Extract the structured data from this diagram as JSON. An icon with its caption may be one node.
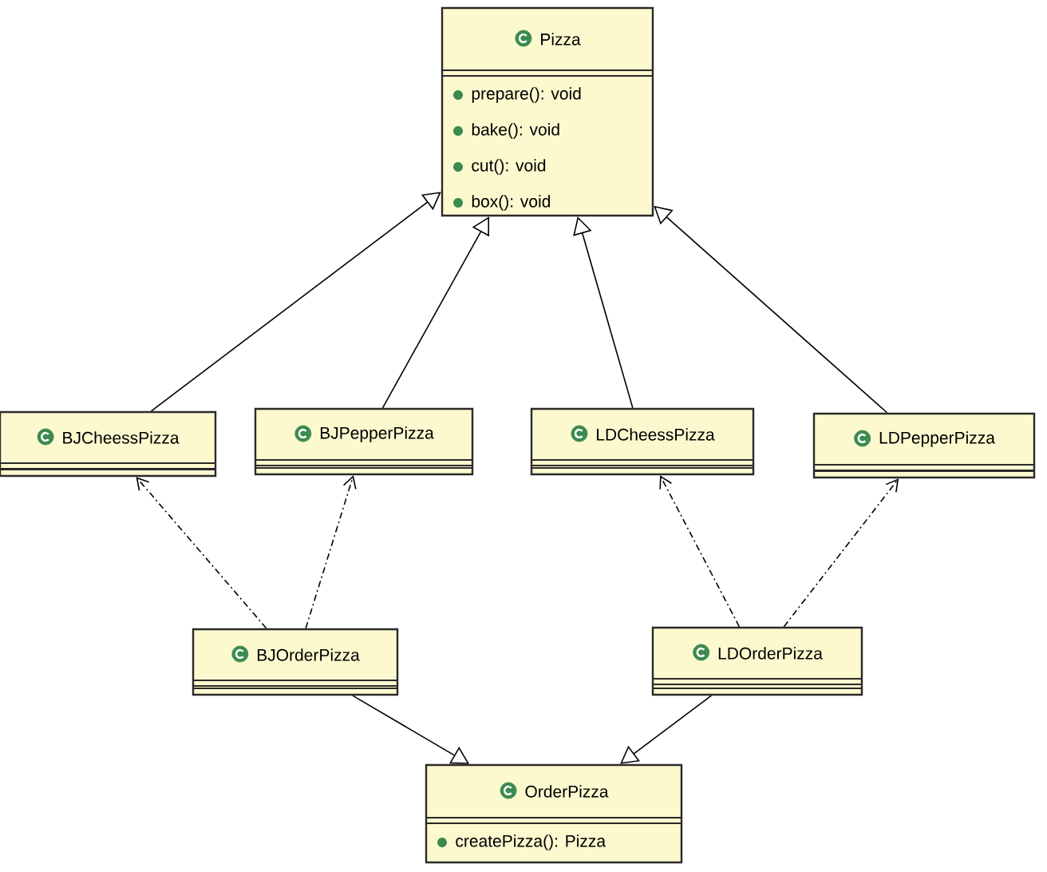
{
  "diagram": {
    "nodes": [
      {
        "text": [
          "Pizza",
          "prepare(): void",
          "bake(): void",
          "cut(): void",
          "box(): void"
        ]
      },
      {
        "text": [
          "BJCheessPizza"
        ]
      },
      {
        "text": [
          "BJPepperPizza"
        ]
      },
      {
        "text": [
          "LDCheessPizza"
        ]
      },
      {
        "text": [
          "LDPepperPizza"
        ]
      },
      {
        "text": [
          "BJOrderPizza"
        ]
      },
      {
        "text": [
          "LDOrderPizza"
        ]
      },
      {
        "text": [
          "OrderPizza",
          "createPizza(): Pizza"
        ]
      }
    ],
    "edges": [
      {
        "from": 1,
        "to": 0,
        "arrow": "to"
      },
      {
        "from": 2,
        "to": 0,
        "arrow": "to"
      },
      {
        "from": 3,
        "to": 0,
        "arrow": "to"
      },
      {
        "from": 4,
        "to": 0,
        "arrow": "to"
      },
      {
        "from": 5,
        "to": 1,
        "arrow": "to",
        "style": "dashed"
      },
      {
        "from": 5,
        "to": 2,
        "arrow": "to",
        "style": "dashed"
      },
      {
        "from": 6,
        "to": 3,
        "arrow": "to",
        "style": "dashed"
      },
      {
        "from": 6,
        "to": 4,
        "arrow": "to",
        "style": "dashed"
      },
      {
        "from": 5,
        "to": 7,
        "arrow": "to"
      },
      {
        "from": 6,
        "to": 7,
        "arrow": "to"
      }
    ]
  }
}
